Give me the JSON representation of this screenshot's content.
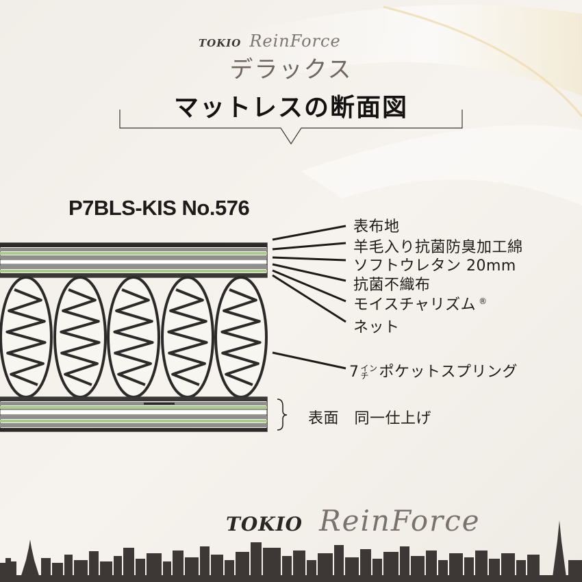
{
  "brand": {
    "tokio": "TOKIO",
    "reinforce": "ReinForce"
  },
  "header": {
    "subtitle": "デラックス",
    "title": "マットレスの断面図"
  },
  "model": "P7BLS-KIS No.576",
  "layers": [
    "表布地",
    "羊毛入り抗菌防臭加工綿",
    "ソフトウレタン 20mm",
    "抗菌不織布",
    "モイスチャリズム",
    "ネット"
  ],
  "registered_mark": "®",
  "spring": {
    "prefix": "7",
    "unit_top": "イン",
    "unit_bottom": "チ",
    "suffix": "ポケットスプリング"
  },
  "reverse_side": "表面　同一仕上げ",
  "colors": {
    "background": "#f3efea",
    "accent_green": "#a9cc8a",
    "layer_gray": "#8f8e8c",
    "ink": "#1e1a18"
  }
}
